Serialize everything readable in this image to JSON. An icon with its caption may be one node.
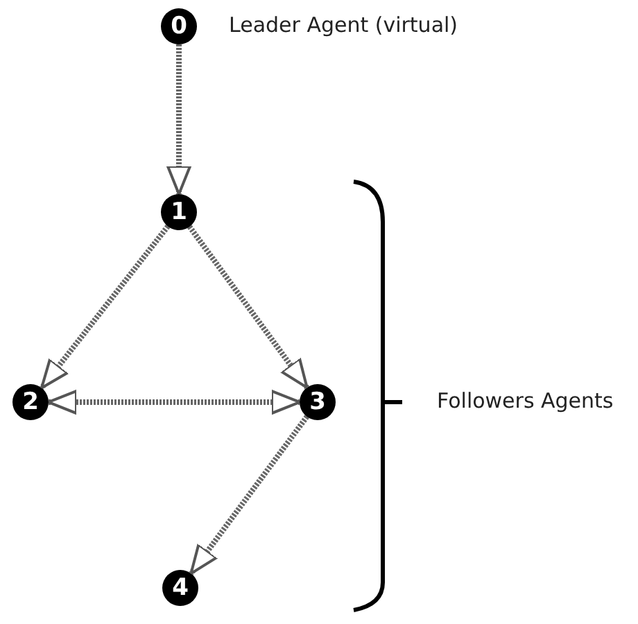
{
  "diagram": {
    "nodes": [
      {
        "text": [
          "0"
        ],
        "beside": [
          "Leader Agent (virtual)"
        ]
      },
      {
        "text": [
          "1"
        ]
      },
      {
        "text": [
          "2"
        ]
      },
      {
        "text": [
          "3"
        ]
      },
      {
        "text": [
          "4"
        ]
      }
    ],
    "edges": [
      {
        "from": 0,
        "to": 1,
        "arrow": "to"
      },
      {
        "from": 1,
        "to": 2,
        "arrow": "to"
      },
      {
        "from": 1,
        "to": 3,
        "arrow": "to"
      },
      {
        "from": 2,
        "to": 3,
        "arrow": "both"
      },
      {
        "from": 3,
        "to": 4,
        "arrow": "to"
      }
    ],
    "labels": [
      "Followers Agents"
    ]
  }
}
